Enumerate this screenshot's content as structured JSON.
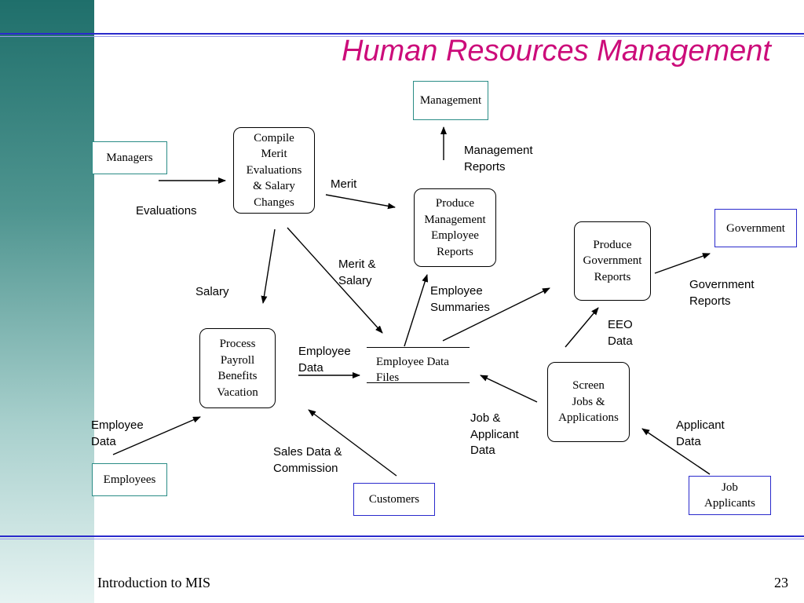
{
  "title": "Human Resources Management",
  "footer": {
    "left": "Introduction to MIS",
    "page_number": "23"
  },
  "entities": {
    "management": "Management",
    "managers": "Managers",
    "government": "Government",
    "employees": "Employees",
    "customers": "Customers",
    "job_applicants": "Job\nApplicants"
  },
  "processes": {
    "compile": "Compile\nMerit\nEvaluations\n& Salary\nChanges",
    "produce_mgmt": "Produce\nManagement\nEmployee\nReports",
    "produce_gov": "Produce\nGovernment\nReports",
    "payroll": "Process\nPayroll\nBenefits\nVacation",
    "screen": "Screen\nJobs &\nApplications"
  },
  "data_store": "Employee Data\nFiles",
  "flow_labels": {
    "evaluations": "Evaluations",
    "management_reports": "Management\nReports",
    "merit": "Merit",
    "merit_salary": "Merit &\nSalary",
    "salary": "Salary",
    "employee_summaries": "Employee\nSummaries",
    "government_reports": "Government\nReports",
    "eeo_data": "EEO\nData",
    "employee_data_store": "Employee\nData",
    "employee_data_left": "Employee\nData",
    "sales_commission": "Sales Data &\nCommission",
    "job_applicant_data": "Job &\nApplicant\nData",
    "applicant_data": "Applicant\nData"
  },
  "colors": {
    "title": "#cc0c7a",
    "rule": "#2a2acc",
    "entity_teal": "#2a8c86",
    "sidebar": "#1f6f6b"
  }
}
